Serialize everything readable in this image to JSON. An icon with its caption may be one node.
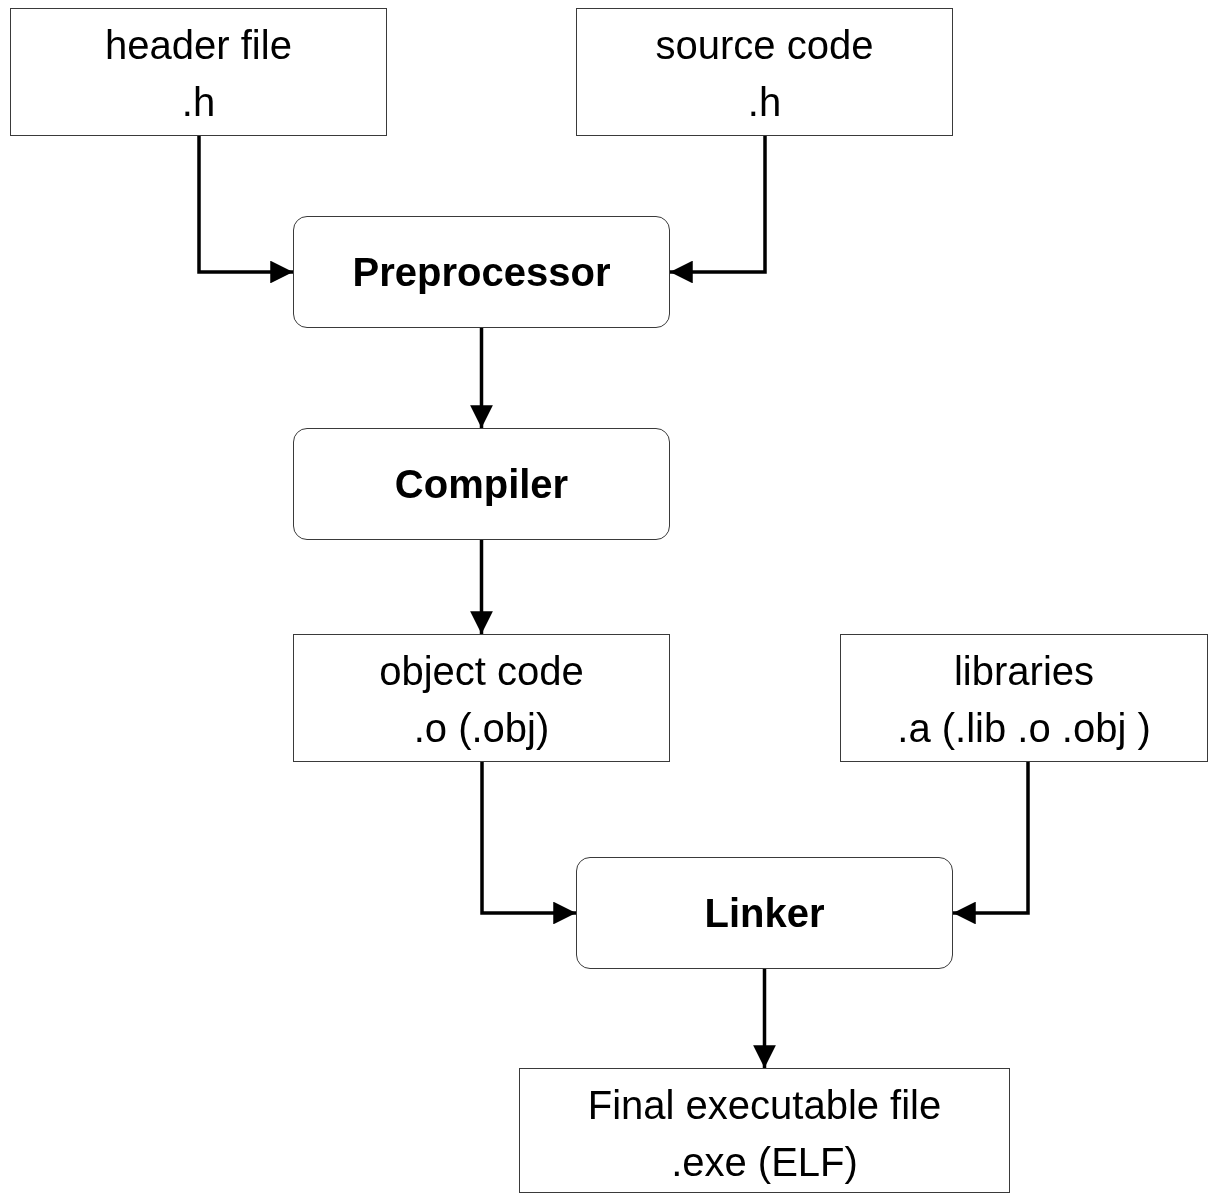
{
  "diagram": {
    "nodes": [
      {
        "text": [
          "header file",
          ".h"
        ]
      },
      {
        "text": [
          "source code",
          ".h"
        ]
      },
      {
        "text": [
          "Preprocessor"
        ]
      },
      {
        "text": [
          "Compiler"
        ]
      },
      {
        "text": [
          "object code",
          ".o (.obj)"
        ]
      },
      {
        "text": [
          "libraries",
          ".a (.lib .o .obj )"
        ]
      },
      {
        "text": [
          "Linker"
        ]
      },
      {
        "text": [
          "Final executable file",
          ".exe (ELF)"
        ]
      }
    ],
    "edges": [
      {
        "from": 0,
        "to": 2,
        "arrow": "to"
      },
      {
        "from": 1,
        "to": 2,
        "arrow": "to"
      },
      {
        "from": 2,
        "to": 3,
        "arrow": "to"
      },
      {
        "from": 3,
        "to": 4,
        "arrow": "to"
      },
      {
        "from": 4,
        "to": 6,
        "arrow": "to"
      },
      {
        "from": 5,
        "to": 6,
        "arrow": "to"
      },
      {
        "from": 6,
        "to": 7,
        "arrow": "to"
      }
    ]
  }
}
